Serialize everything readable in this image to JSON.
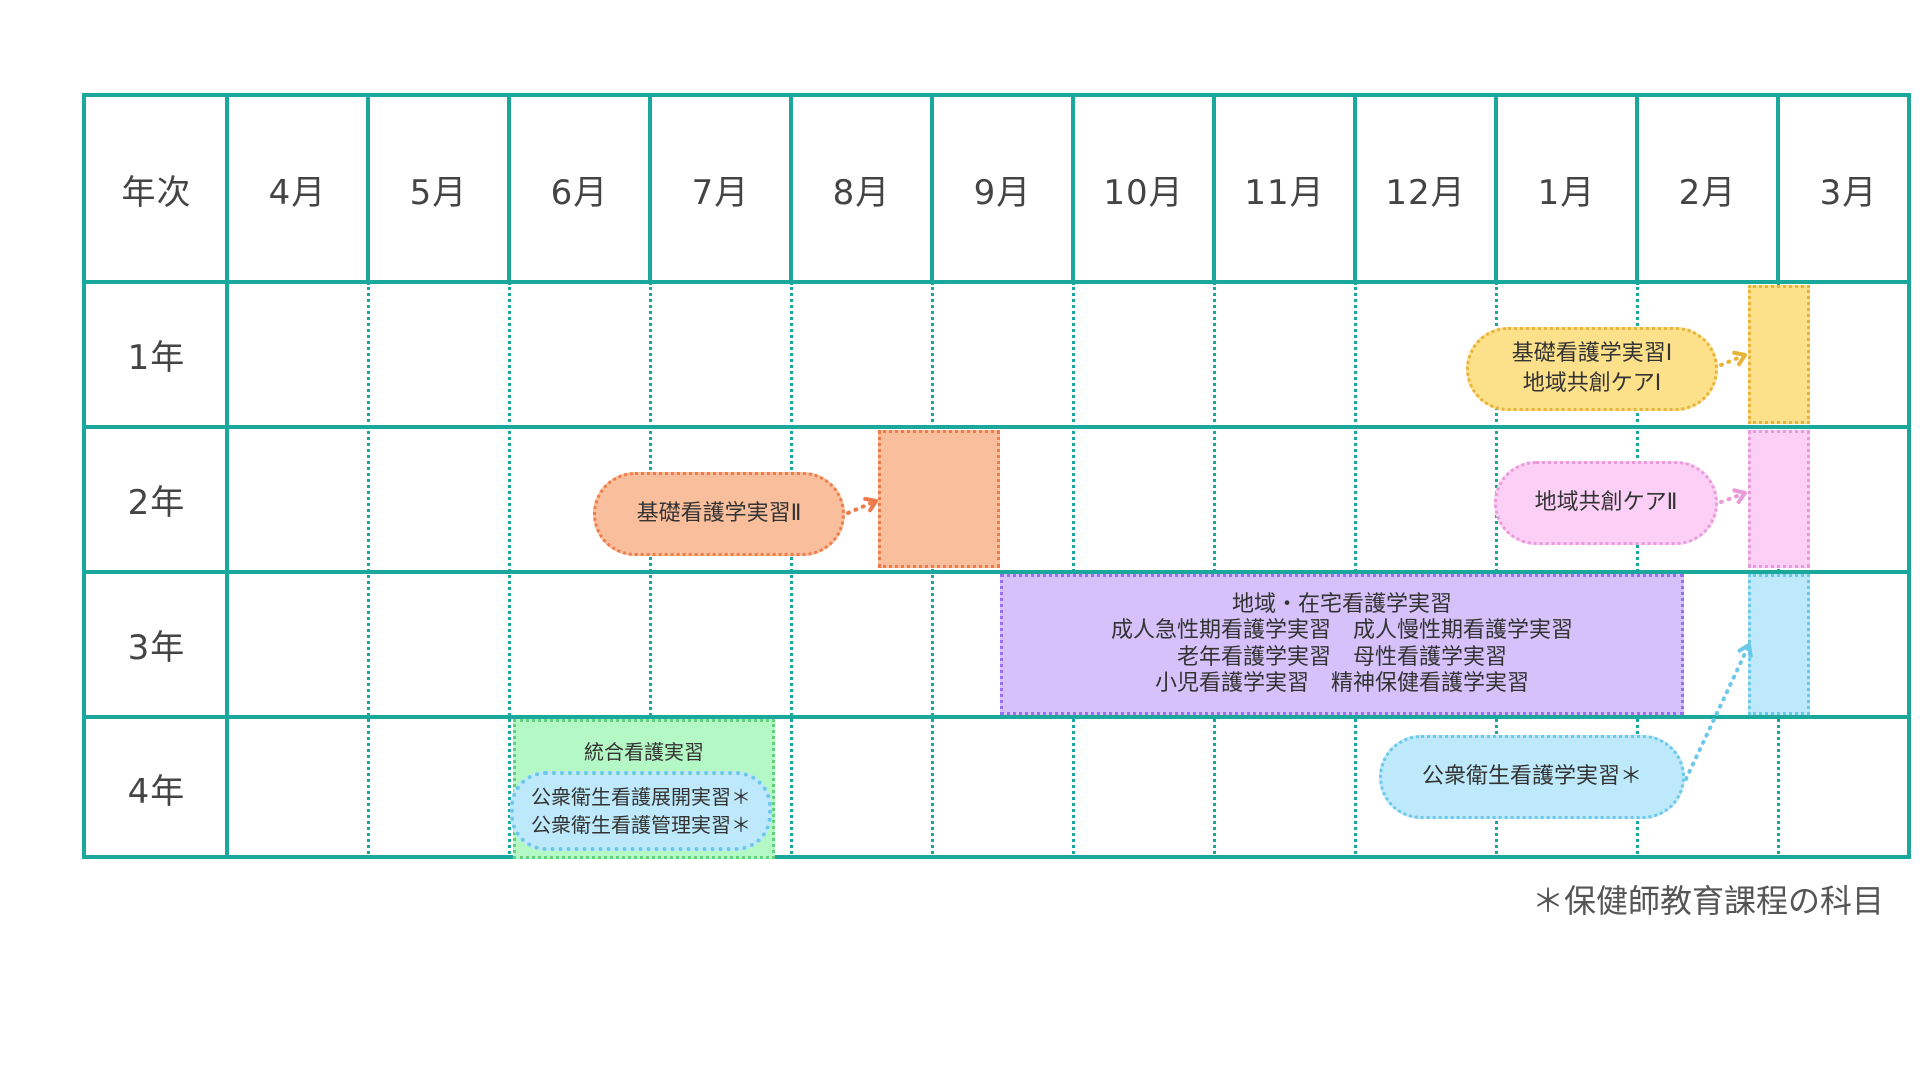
{
  "header": {
    "year_label": "年次",
    "months": [
      "4月",
      "5月",
      "6月",
      "7月",
      "8月",
      "9月",
      "10月",
      "11月",
      "12月",
      "1月",
      "2月",
      "3月"
    ]
  },
  "years": [
    "1年",
    "2年",
    "3年",
    "4年"
  ],
  "courses": {
    "year1_pill": {
      "lines": [
        "基礎看護学実習Ⅰ",
        "地域共創ケアⅠ"
      ]
    },
    "year2_left_pill": {
      "lines": [
        "基礎看護学実習Ⅱ"
      ]
    },
    "year2_right_pill": {
      "lines": [
        "地域共創ケアⅡ"
      ]
    },
    "year3_block": {
      "lines": [
        "地域・在宅看護学実習",
        "成人急性期看護学実習　成人慢性期看護学実習",
        "老年看護学実習　母性看護学実習",
        "小児看護学実習　精神保健看護学実習"
      ]
    },
    "year4_block": {
      "title": "統合看護実習",
      "inner_lines": [
        "公衆衛生看護展開実習＊",
        "公衆衛生看護管理実習＊"
      ]
    },
    "year4_pill": {
      "lines": [
        "公衆衛生看護学実習＊"
      ]
    }
  },
  "footnote": "＊保健師教育課程の科目",
  "colors": {
    "grid": "#1aa89c",
    "yellow": "#fde08a",
    "yellow_border": "#e8b33a",
    "orange": "#f9bf9c",
    "orange_border": "#f07b4a",
    "pink": "#fcd0f6",
    "pink_border": "#e99ad8",
    "purple": "#d6c1fb",
    "purple_border": "#9b6ef0",
    "blue": "#bde9fb",
    "blue_border": "#6cc8ea",
    "green": "#b4f8c5",
    "green_border": "#63d07c"
  }
}
